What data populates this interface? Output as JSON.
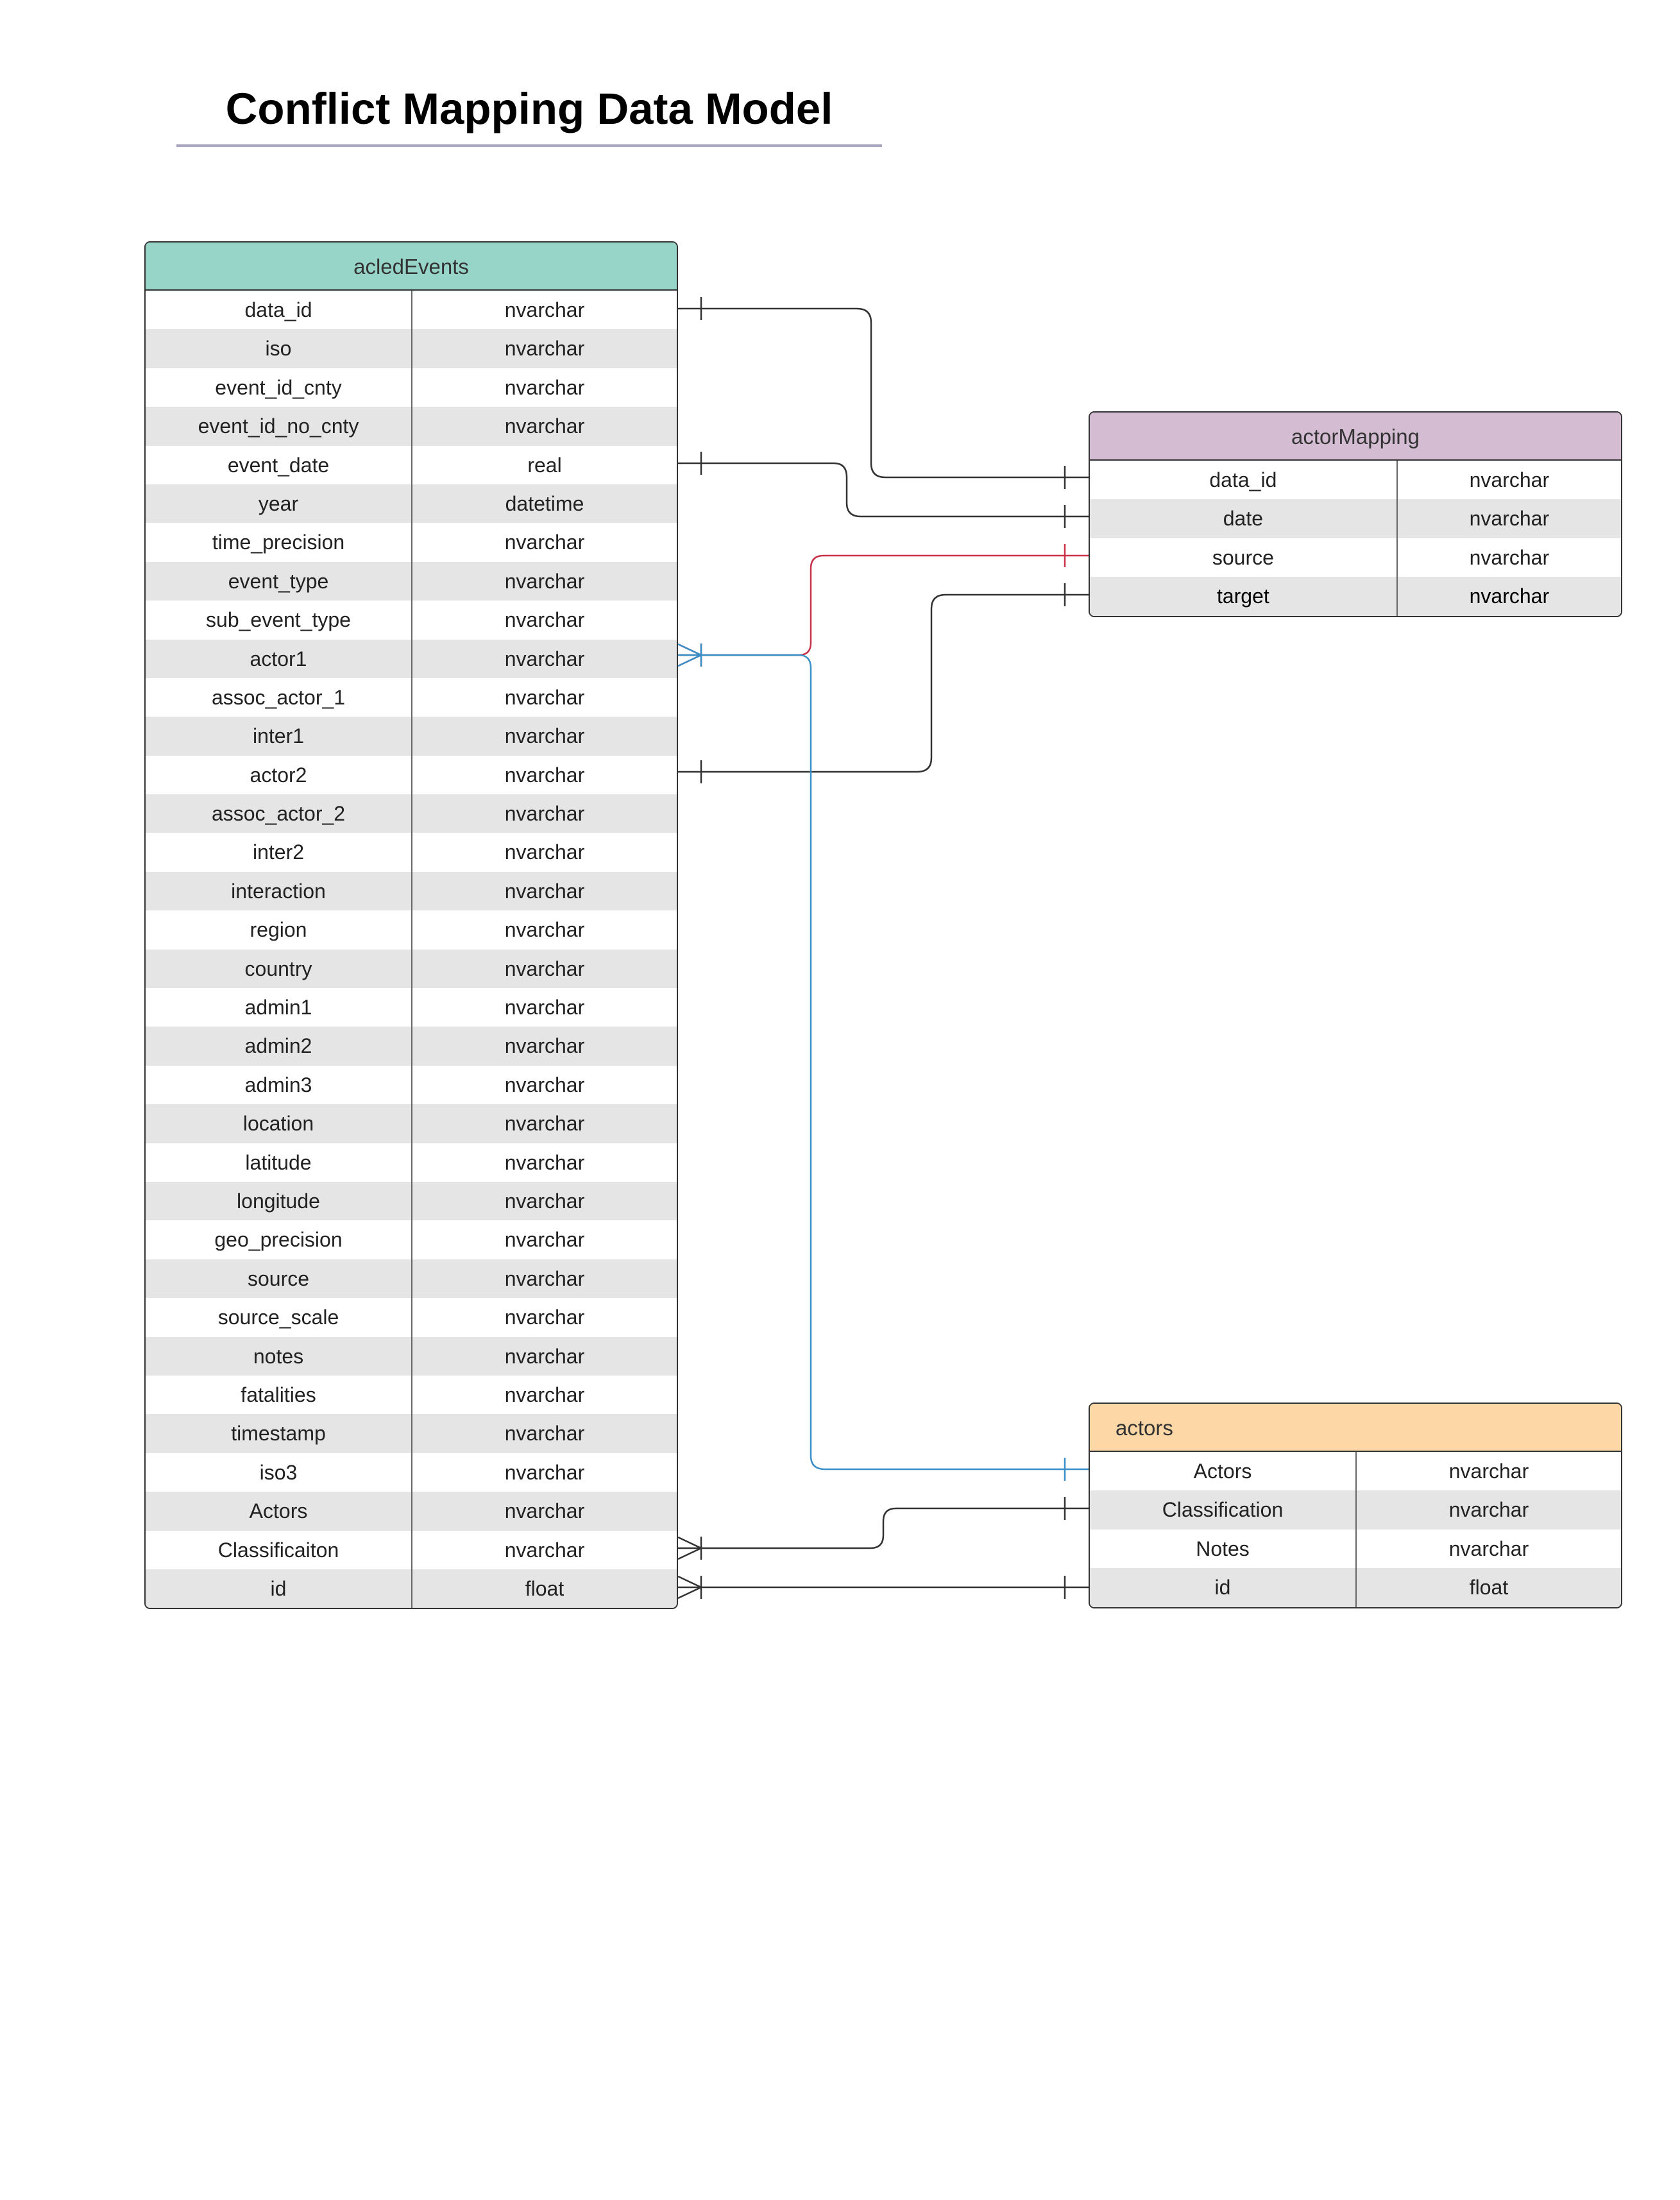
{
  "title": "Conflict Mapping Data Model",
  "colors": {
    "acledEvents_header": "#98d5c9",
    "actorMapping_header": "#d4bcd3",
    "actors_header": "#fdd8a6",
    "connector_default": "#333333",
    "connector_red": "#c9334a",
    "connector_blue": "#3b8fc9",
    "row_alt": "#e5e5e5",
    "title_underline": "#a9a6c4"
  },
  "entities": {
    "acledEvents": {
      "name": "acledEvents",
      "fields": [
        {
          "name": "data_id",
          "type": "nvarchar"
        },
        {
          "name": "iso",
          "type": "nvarchar"
        },
        {
          "name": "event_id_cnty",
          "type": "nvarchar"
        },
        {
          "name": "event_id_no_cnty",
          "type": "nvarchar"
        },
        {
          "name": "event_date",
          "type": "real"
        },
        {
          "name": "year",
          "type": "datetime"
        },
        {
          "name": "time_precision",
          "type": "nvarchar"
        },
        {
          "name": "event_type",
          "type": "nvarchar"
        },
        {
          "name": "sub_event_type",
          "type": "nvarchar"
        },
        {
          "name": "actor1",
          "type": "nvarchar"
        },
        {
          "name": "assoc_actor_1",
          "type": "nvarchar"
        },
        {
          "name": "inter1",
          "type": "nvarchar"
        },
        {
          "name": "actor2",
          "type": "nvarchar"
        },
        {
          "name": "assoc_actor_2",
          "type": "nvarchar"
        },
        {
          "name": "inter2",
          "type": "nvarchar"
        },
        {
          "name": "interaction",
          "type": "nvarchar"
        },
        {
          "name": "region",
          "type": "nvarchar"
        },
        {
          "name": "country",
          "type": "nvarchar"
        },
        {
          "name": "admin1",
          "type": "nvarchar"
        },
        {
          "name": "admin2",
          "type": "nvarchar"
        },
        {
          "name": "admin3",
          "type": "nvarchar"
        },
        {
          "name": "location",
          "type": "nvarchar"
        },
        {
          "name": "latitude",
          "type": "nvarchar"
        },
        {
          "name": "longitude",
          "type": "nvarchar"
        },
        {
          "name": "geo_precision",
          "type": "nvarchar"
        },
        {
          "name": "source",
          "type": "nvarchar"
        },
        {
          "name": "source_scale",
          "type": "nvarchar"
        },
        {
          "name": "notes",
          "type": "nvarchar"
        },
        {
          "name": "fatalities",
          "type": "nvarchar"
        },
        {
          "name": "timestamp",
          "type": "nvarchar"
        },
        {
          "name": "iso3",
          "type": "nvarchar"
        },
        {
          "name": "Actors",
          "type": "nvarchar"
        },
        {
          "name": "Classificaiton",
          "type": "nvarchar"
        },
        {
          "name": "id",
          "type": "float"
        }
      ]
    },
    "actorMapping": {
      "name": "actorMapping",
      "fields": [
        {
          "name": "data_id",
          "type": "nvarchar"
        },
        {
          "name": "date",
          "type": "nvarchar"
        },
        {
          "name": "source",
          "type": "nvarchar"
        },
        {
          "name": "target",
          "type": "nvarchar"
        }
      ]
    },
    "actors": {
      "name": "actors",
      "fields": [
        {
          "name": "Actors",
          "type": "nvarchar"
        },
        {
          "name": "Classification",
          "type": "nvarchar"
        },
        {
          "name": "Notes",
          "type": "nvarchar"
        },
        {
          "name": "id",
          "type": "float"
        }
      ]
    }
  },
  "relationships": [
    {
      "from": "acledEvents.data_id",
      "to": "actorMapping.data_id",
      "from_end": "one",
      "to_end": "one",
      "color": "connector_default"
    },
    {
      "from": "acledEvents.event_date",
      "to": "actorMapping.date",
      "from_end": "one",
      "to_end": "one",
      "color": "connector_default"
    },
    {
      "from": "acledEvents.actor1",
      "to": "actorMapping.source",
      "from_end": "many",
      "to_end": "one",
      "color": "connector_red"
    },
    {
      "from": "acledEvents.actor2",
      "to": "actorMapping.target",
      "from_end": "one",
      "to_end": "one",
      "color": "connector_default"
    },
    {
      "from": "acledEvents.actor1",
      "to": "actors.Actors",
      "from_end": "many",
      "to_end": "one",
      "color": "connector_blue"
    },
    {
      "from": "acledEvents.Classificaiton",
      "to": "actors.Classification",
      "from_end": "many",
      "to_end": "one",
      "color": "connector_default"
    },
    {
      "from": "acledEvents.id",
      "to": "actors.id",
      "from_end": "many",
      "to_end": "one",
      "color": "connector_default"
    }
  ]
}
